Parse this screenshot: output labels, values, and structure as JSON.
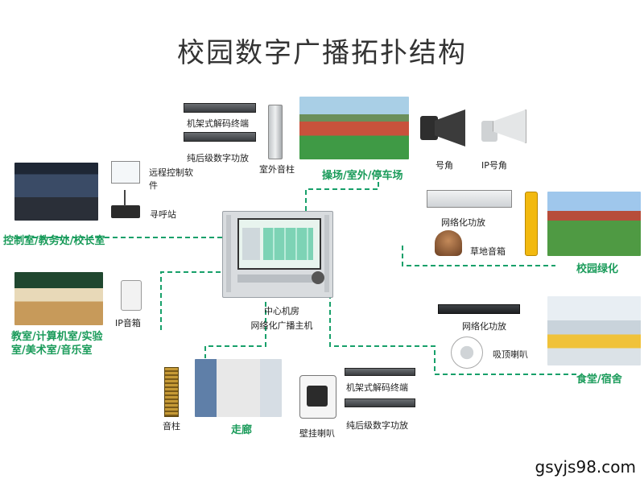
{
  "title": "校园数字广播拓扑结构",
  "center": {
    "line1": "中心机房",
    "line2": "网络化广播主机"
  },
  "zones": {
    "control": "控制室/教务处/校长室",
    "classroom": "教室/计算机室/实验室/美术室/音乐室",
    "corridor": "走廊",
    "playground": "操场/室外/停车场",
    "green": "校园绿化",
    "canteen": "食堂/宿舍"
  },
  "devices": {
    "rack_decoder_top": "机架式解码终端",
    "amp_top": "纯后级数字功放",
    "outdoor_column": "室外音柱",
    "horn": "号角",
    "ip_horn": "IP号角",
    "remote_software": "远程控制软件",
    "paging_station": "寻呼站",
    "network_amp_green": "网络化功放",
    "lawn_speaker": "草地音箱",
    "ip_speaker": "IP音箱",
    "network_amp_canteen": "网络化功放",
    "ceiling_speaker": "吸顶喇叭",
    "column_speaker": "音柱",
    "wall_speaker": "壁挂喇叭",
    "rack_decoder_bottom": "机架式解码终端",
    "amp_bottom": "纯后级数字功放"
  },
  "watermark": "gsyjs98.com",
  "colors": {
    "link": "#17a06a",
    "zone": "#1a9b5a"
  }
}
